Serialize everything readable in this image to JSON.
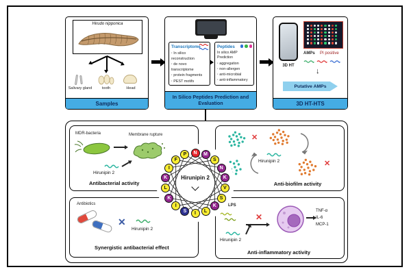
{
  "top": {
    "samples": {
      "species": "Hirudo nipponica",
      "specimens": [
        "Salivary gland",
        "tooth",
        "Head"
      ],
      "label": "Samples"
    },
    "insilico": {
      "transcriptome": {
        "title": "Transcriptome",
        "bullets": [
          "In silico reconstruction",
          "de novo transcriptome",
          "protein fragments",
          "PEST motifs"
        ]
      },
      "peptides": {
        "title": "Peptides",
        "heading": "In silico AMP Prediction",
        "bullets": [
          "aggregation",
          "non-allergen",
          "anti-microbial",
          "anti-inflammatory"
        ]
      },
      "label": "In Silico Peptides Prediction and Evaluation"
    },
    "hts": {
      "device": "3D HT",
      "amps": "AMPs",
      "pi": "PI positive",
      "putative": "Putative AMPs",
      "label": "3D HT-HTS"
    }
  },
  "bottom": {
    "antibacterial": {
      "mdr": "MDR-bacteria",
      "rupture": "Membrane rupture",
      "peptide": "Hirunipin 2",
      "title": "Antibacterial activity"
    },
    "antibiofilm": {
      "peptide": "Hirunipin 2",
      "title": "Anti-biofilm activity"
    },
    "synergistic": {
      "antibiotics": "Antibiotics",
      "peptide": "Hirunipin 2",
      "title": "Synergistic antibacterial effect"
    },
    "antiinflammatory": {
      "lps": "LPS",
      "peptide": "Hirunipin 2",
      "cytokines": [
        "TNF-α",
        "IL-6",
        "MCP-1"
      ],
      "title": "Anti-inflammatory activity"
    },
    "wheel": {
      "center": "Hirunipin 2",
      "residues": [
        {
          "letter": "N",
          "color": "#E8262D"
        },
        {
          "letter": "M",
          "color": "#93278F"
        },
        {
          "letter": "S",
          "color": "#F9ED32"
        },
        {
          "letter": "N",
          "color": "#93278F"
        },
        {
          "letter": "K",
          "color": "#93278F"
        },
        {
          "letter": "V",
          "color": "#F9ED32"
        },
        {
          "letter": "S",
          "color": "#F9ED32"
        },
        {
          "letter": "K",
          "color": "#93278F"
        },
        {
          "letter": "L",
          "color": "#F9ED32"
        },
        {
          "letter": "I",
          "color": "#F9ED32"
        },
        {
          "letter": "S",
          "color": "#2E3192"
        },
        {
          "letter": "I",
          "color": "#F9ED32"
        },
        {
          "letter": "K",
          "color": "#93278F"
        },
        {
          "letter": "L",
          "color": "#F9ED32"
        },
        {
          "letter": "K",
          "color": "#93278F"
        },
        {
          "letter": "I",
          "color": "#F9ED32"
        },
        {
          "letter": "F",
          "color": "#F9ED32"
        },
        {
          "letter": "P",
          "color": "#F9ED32"
        }
      ]
    }
  },
  "colors": {
    "panel_bar_blue": "#45ACE4",
    "box_title_blue": "#1B75BB",
    "bacteria_green": "#8CC63F",
    "x_red": "#E03A3A",
    "x_blue": "#3B5BA5",
    "cell_purple": "#E6CBF0"
  }
}
